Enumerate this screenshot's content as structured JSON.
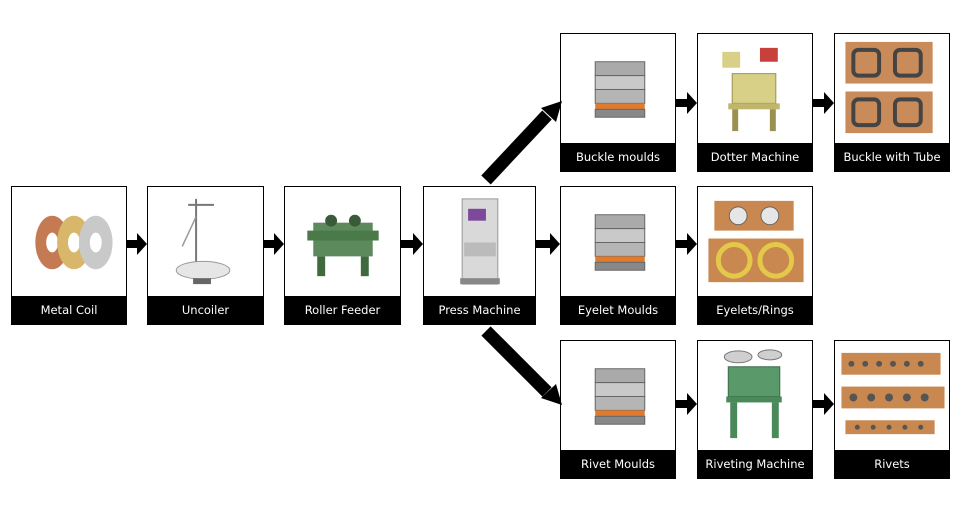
{
  "nodes": [
    {
      "id": "metal-coil",
      "label": "Metal Coil",
      "icon": "metal-coil-icon"
    },
    {
      "id": "uncoiler",
      "label": "Uncoiler",
      "icon": "uncoiler-icon"
    },
    {
      "id": "roller-feeder",
      "label": "Roller Feeder",
      "icon": "roller-feeder-icon"
    },
    {
      "id": "press-machine",
      "label": "Press Machine",
      "icon": "press-machine-icon"
    },
    {
      "id": "buckle-moulds",
      "label": "Buckle moulds",
      "icon": "mould-icon"
    },
    {
      "id": "dotter-machine",
      "label": "Dotter Machine",
      "icon": "dotter-machine-icon"
    },
    {
      "id": "buckle-with-tube",
      "label": "Buckle with Tube",
      "icon": "buckle-icon"
    },
    {
      "id": "eyelet-moulds",
      "label": "Eyelet Moulds",
      "icon": "mould-icon"
    },
    {
      "id": "eyelets-rings",
      "label": "Eyelets/Rings",
      "icon": "eyelet-ring-icon"
    },
    {
      "id": "rivet-moulds",
      "label": "Rivet Moulds",
      "icon": "mould-icon"
    },
    {
      "id": "riveting-machine",
      "label": "Riveting Machine",
      "icon": "riveting-machine-icon"
    },
    {
      "id": "rivets",
      "label": "Rivets",
      "icon": "rivets-icon"
    }
  ],
  "edges": [
    {
      "from": "metal-coil",
      "to": "uncoiler"
    },
    {
      "from": "uncoiler",
      "to": "roller-feeder"
    },
    {
      "from": "roller-feeder",
      "to": "press-machine"
    },
    {
      "from": "press-machine",
      "to": "buckle-moulds"
    },
    {
      "from": "press-machine",
      "to": "eyelet-moulds"
    },
    {
      "from": "press-machine",
      "to": "rivet-moulds"
    },
    {
      "from": "buckle-moulds",
      "to": "dotter-machine"
    },
    {
      "from": "dotter-machine",
      "to": "buckle-with-tube"
    },
    {
      "from": "eyelet-moulds",
      "to": "eyelets-rings"
    },
    {
      "from": "rivet-moulds",
      "to": "riveting-machine"
    },
    {
      "from": "riveting-machine",
      "to": "rivets"
    }
  ]
}
